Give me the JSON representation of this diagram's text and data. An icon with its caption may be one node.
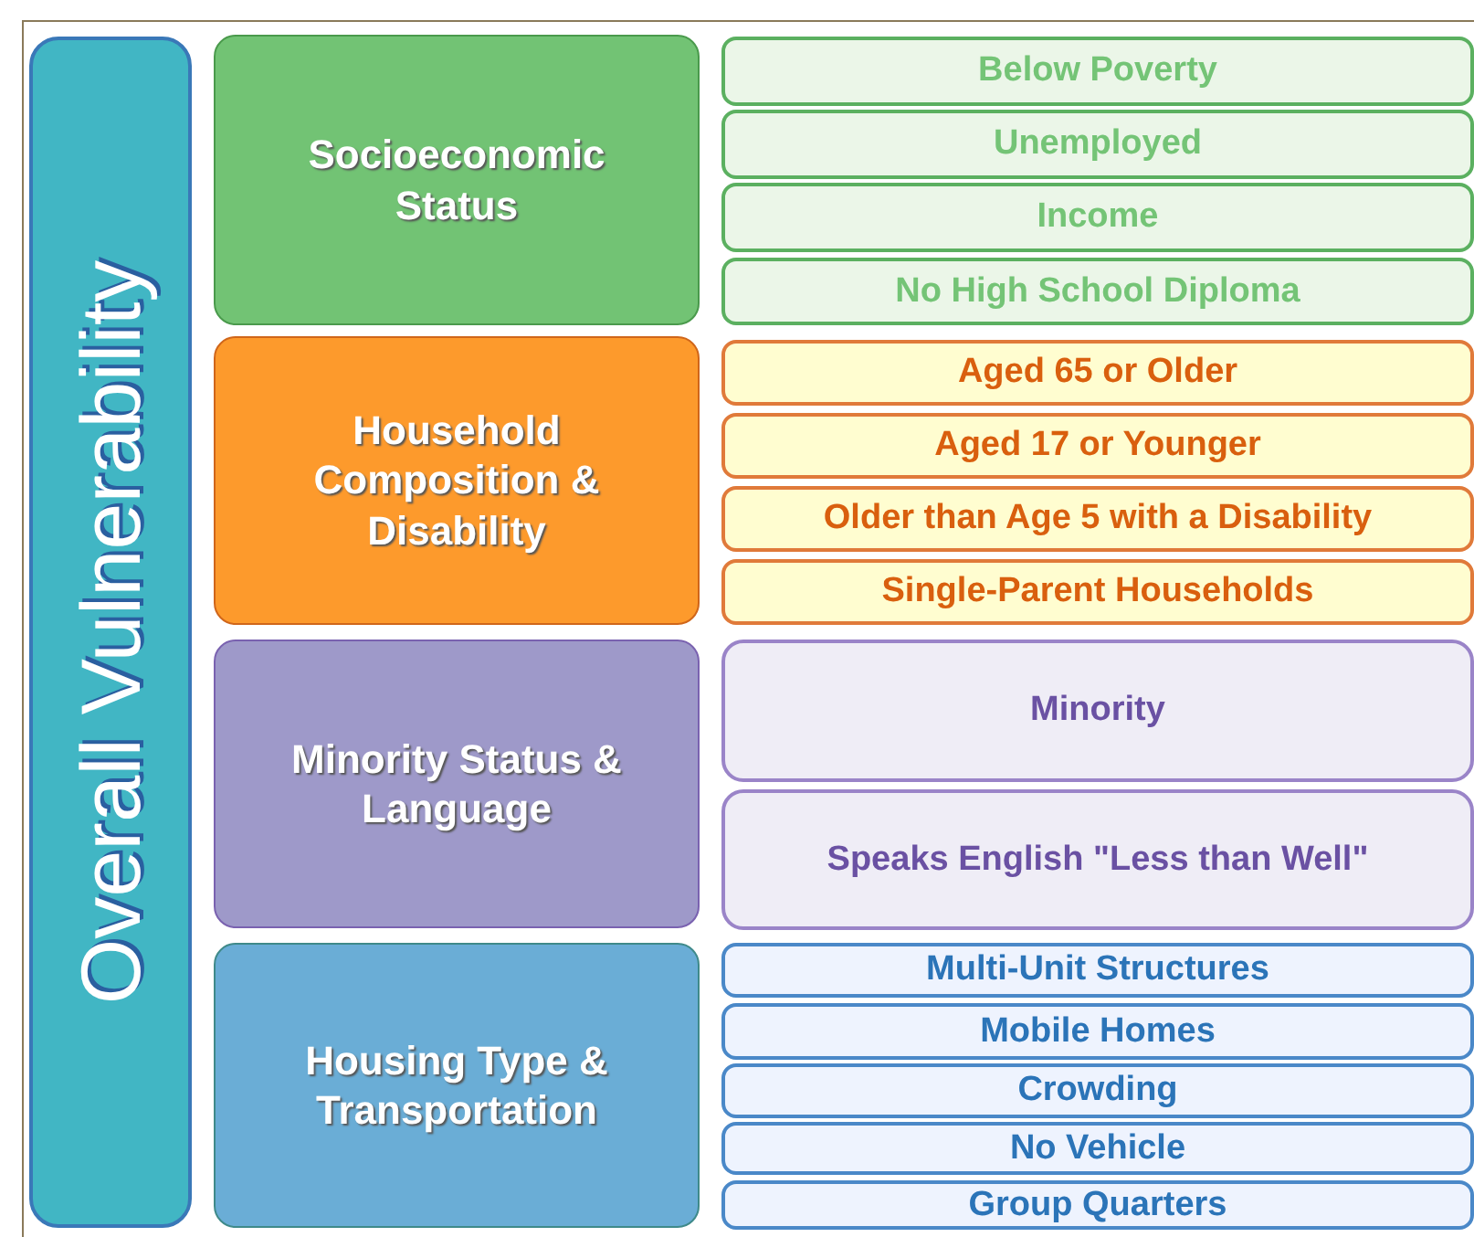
{
  "diagram": {
    "nodes": [
      {
        "text": [
          "Overall Vulnerability"
        ]
      },
      {
        "text": [
          "Socioeconomic Status"
        ]
      },
      {
        "text": [
          "Household Composition & Disability"
        ]
      },
      {
        "text": [
          "Minority Status & Language"
        ]
      },
      {
        "text": [
          "Housing Type & Transportation"
        ]
      },
      {
        "text": [
          "Below Poverty"
        ]
      },
      {
        "text": [
          "Unemployed"
        ]
      },
      {
        "text": [
          "Income"
        ]
      },
      {
        "text": [
          "No High School Diploma"
        ]
      },
      {
        "text": [
          "Aged 65 or Older"
        ]
      },
      {
        "text": [
          "Aged 17 or Younger"
        ]
      },
      {
        "text": [
          "Older than Age 5 with a Disability"
        ]
      },
      {
        "text": [
          "Single-Parent Households"
        ]
      },
      {
        "text": [
          "Minority"
        ]
      },
      {
        "text": [
          "Speaks English \"Less than Well\""
        ]
      },
      {
        "text": [
          "Multi-Unit Structures"
        ]
      },
      {
        "text": [
          "Mobile Homes"
        ]
      },
      {
        "text": [
          "Crowding"
        ]
      },
      {
        "text": [
          "No Vehicle"
        ]
      },
      {
        "text": [
          "Group Quarters"
        ]
      }
    ]
  }
}
